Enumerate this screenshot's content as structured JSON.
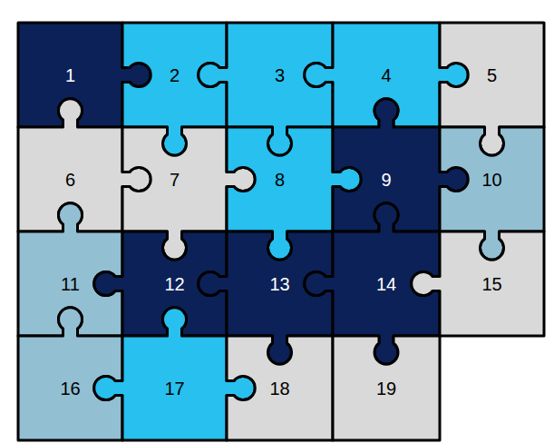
{
  "diagram": {
    "nodes": [
      {
        "text": [
          "1"
        ]
      },
      {
        "text": [
          "2"
        ]
      },
      {
        "text": [
          "3"
        ]
      },
      {
        "text": [
          "4"
        ]
      },
      {
        "text": [
          "5"
        ]
      },
      {
        "text": [
          "6"
        ]
      },
      {
        "text": [
          "7"
        ]
      },
      {
        "text": [
          "8"
        ]
      },
      {
        "text": [
          "9"
        ]
      },
      {
        "text": [
          "10"
        ]
      },
      {
        "text": [
          "11"
        ]
      },
      {
        "text": [
          "12"
        ]
      },
      {
        "text": [
          "13"
        ]
      },
      {
        "text": [
          "14"
        ]
      },
      {
        "text": [
          "15"
        ]
      },
      {
        "text": [
          "16"
        ]
      },
      {
        "text": [
          "17"
        ]
      },
      {
        "text": [
          "18"
        ]
      },
      {
        "text": [
          "19"
        ]
      }
    ]
  }
}
